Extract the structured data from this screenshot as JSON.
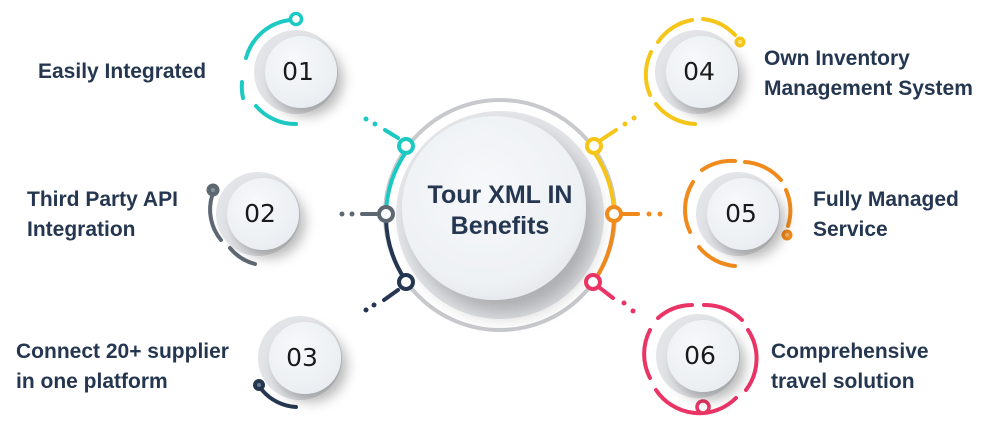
{
  "title": {
    "line1": "Tour XML IN",
    "line2": "Benefits"
  },
  "colors": {
    "text": "#253750",
    "teal": "#1cc9c3",
    "gray": "#5d6873",
    "navy": "#253750",
    "yellow": "#f5c518",
    "orange": "#f08a1c",
    "pink": "#ea3466",
    "hub_ring": "#c8c9cc"
  },
  "benefits": [
    {
      "number": "01",
      "color_key": "teal",
      "line1": "Easily Integrated",
      "line2": ""
    },
    {
      "number": "02",
      "color_key": "gray",
      "line1": "Third Party API",
      "line2": "Integration"
    },
    {
      "number": "03",
      "color_key": "navy",
      "line1": "Connect 20+ supplier",
      "line2": "in one platform"
    },
    {
      "number": "04",
      "color_key": "yellow",
      "line1": "Own Inventory",
      "line2": "Management System"
    },
    {
      "number": "05",
      "color_key": "orange",
      "line1": "Fully Managed",
      "line2": "Service"
    },
    {
      "number": "06",
      "color_key": "pink",
      "line1": "Comprehensive",
      "line2": "travel solution"
    }
  ]
}
